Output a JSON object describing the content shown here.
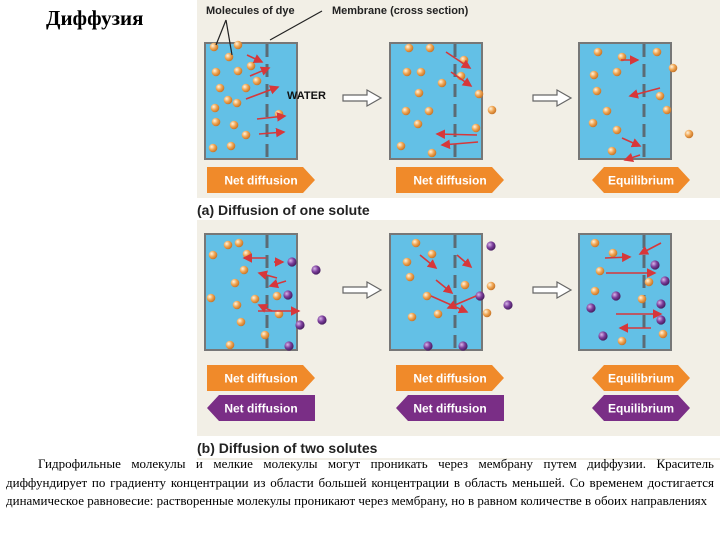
{
  "title": "Диффузия",
  "figure": {
    "annotation_dye": "Molecules of dye",
    "annotation_membrane": "Membrane (cross section)",
    "water_label": "WATER",
    "panel_a_label": "(a) Diffusion of one solute",
    "panel_b_label": "(b) Diffusion of two solutes",
    "bar_net_diffusion": "Net diffusion",
    "bar_equilibrium": "Equilibrium",
    "colors": {
      "water": "#63c0e6",
      "dye": "#f0a552",
      "purple": "#7b3d9b",
      "orange_bar": "#f08a2a",
      "purple_bar": "#7a2e86",
      "arrow": "#d7373a"
    }
  },
  "caption": "Гидрофильные молекулы и мелкие молекулы могут проникать через мембрану путем диффузии. Краситель диффундирует по градиенту концентрации из области большей концентрации в область меньшей. Со временем достигается динамическое равновесие: растворенные молекулы проникают через мембрану, но в равном количестве в обоих направлениях"
}
